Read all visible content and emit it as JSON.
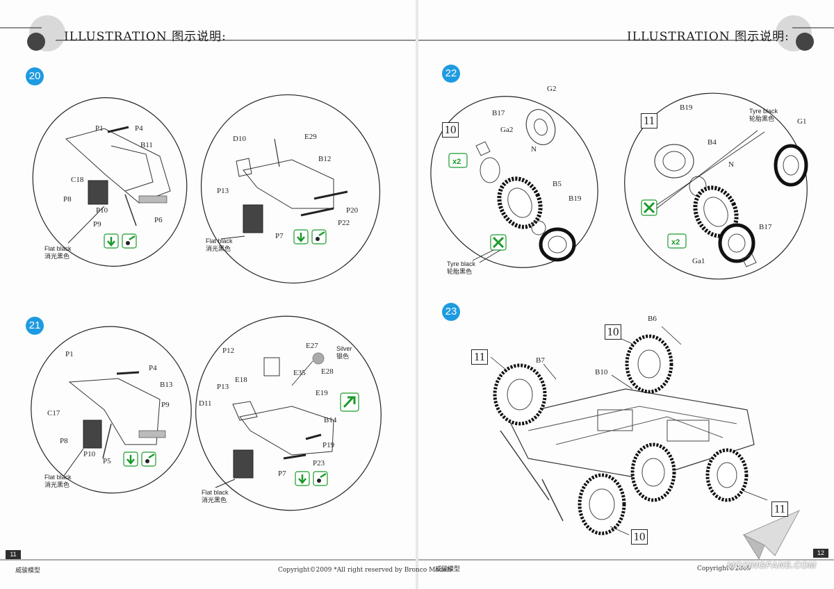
{
  "header": {
    "left_title": "ILLUSTRATION 图示说明:",
    "right_title": "ILLUSTRATION 图示说明:"
  },
  "steps": [
    {
      "number": "20"
    },
    {
      "number": "21"
    },
    {
      "number": "22"
    },
    {
      "number": "23"
    }
  ],
  "step20": {
    "left": [
      "P1",
      "P4",
      "B11",
      "C18",
      "P8",
      "P10",
      "P9",
      "P6"
    ],
    "right": [
      "D10",
      "E29",
      "B12",
      "P13",
      "P20",
      "P22",
      "P7"
    ],
    "note_left_en": "Flat black",
    "note_left_cn": "消光黑色",
    "note_right_en": "Flat black",
    "note_right_cn": "消光黑色"
  },
  "step21": {
    "left": [
      "P1",
      "P4",
      "B13",
      "P9",
      "C17",
      "P8",
      "P10",
      "P5"
    ],
    "right": [
      "P12",
      "E27",
      "E18",
      "E35",
      "E28",
      "P13",
      "E19",
      "D11",
      "B14",
      "P19",
      "P23",
      "P7"
    ],
    "silver_en": "Silver",
    "silver_cn": "银色",
    "note_left_en": "Flat black",
    "note_left_cn": "消光黑色",
    "note_right_en": "Flat black",
    "note_right_cn": "消光黑色"
  },
  "step22": {
    "left_ref": "10",
    "left": [
      "G2",
      "B17",
      "Ga2",
      "N",
      "B5",
      "B19"
    ],
    "left_mult": "x2",
    "tyre_left_en": "Tyre black",
    "tyre_left_cn": "轮胎黑色",
    "right_ref": "11",
    "right": [
      "B19",
      "B4",
      "N",
      "G1",
      "B17",
      "Ga1"
    ],
    "right_mult": "x2",
    "tyre_right_en": "Tyre black",
    "tyre_right_cn": "轮胎黑色"
  },
  "step23": {
    "refs": [
      "10",
      "11",
      "11",
      "10"
    ],
    "labels": [
      "B6",
      "B7",
      "B10"
    ]
  },
  "footer": {
    "left_page": "11",
    "right_page": "12",
    "left_brand": "威骏模型",
    "right_brand": "威骏模型",
    "copyright": "Copyright©2009  *All right reserved by Bronco Models",
    "copyright_partial": "Copyright©2009",
    "watermark": "MOXINGFANS.COM"
  },
  "colors": {
    "step_blue": "#1e9be0",
    "paint_green": "#1a9a2a",
    "ink": "#222222"
  }
}
